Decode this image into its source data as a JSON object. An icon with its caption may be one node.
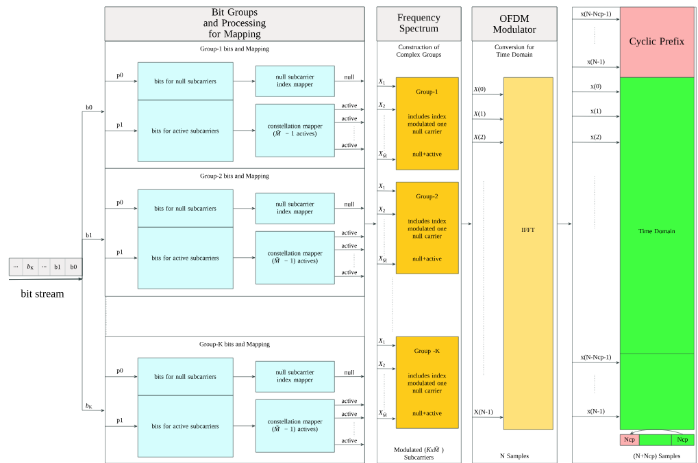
{
  "diagram": {
    "nodes": [
      {
        "text": [
          "...",
          "*b*$_{K}$",
          "...",
          "b1",
          "b0"
        ],
        "beside": [
          "bit stream"
        ]
      },
      {
        "text": [
          "Bit Groups and Processing for Mapping"
        ]
      },
      {
        "text": [
          "Group-1 bits and Mapping"
        ],
        "in": 1
      },
      {
        "text": [
          "bits for null subcarriers"
        ],
        "in": 2
      },
      {
        "text": [
          "bits for active subcarriers"
        ],
        "in": 2
      },
      {
        "text": [
          "null subcarrier index mapper"
        ],
        "in": 2
      },
      {
        "text": [
          "constellation mapper (*M̃* − 1 actives)"
        ],
        "in": 2
      },
      {
        "text": [
          "Group-2 bits and Mapping"
        ],
        "in": 1
      },
      {
        "text": [
          "bits for null subcarriers"
        ],
        "in": 7
      },
      {
        "text": [
          "bits for active subcarriers"
        ],
        "in": 7
      },
      {
        "text": [
          "null subcarrier index mapper"
        ],
        "in": 7
      },
      {
        "text": [
          "constellation mapper (*M̃* − 1) actives)"
        ],
        "in": 7
      },
      {
        "text": [
          "Group-K bits and Mapping"
        ],
        "in": 1
      },
      {
        "text": [
          "bits for null subcarriers"
        ],
        "in": 12
      },
      {
        "text": [
          "bits for active subcarriers"
        ],
        "in": 12
      },
      {
        "text": [
          "null subcarrier index mapper"
        ],
        "in": 12
      },
      {
        "text": [
          "constellation mapper (*M̃* − 1) actives)"
        ],
        "in": 12
      },
      {
        "text": [
          "Frequency Spectrum",
          "Construction of Complex Groups",
          "Modulated (*KxM̃*) Subcarriers"
        ]
      },
      {
        "text": [
          "Group-1",
          "includes index modulated one null carrier",
          "null+active"
        ],
        "in": 17
      },
      {
        "text": [
          "Group-2",
          "includes index modulated one null carrier",
          "null+active"
        ],
        "in": 17
      },
      {
        "text": [
          "Group -K",
          "includes index modulated one null carrier",
          "null+active"
        ],
        "in": 17
      },
      {
        "text": [
          "OFDM Modulator",
          "Conversion for Time Domain",
          "N Samples"
        ]
      },
      {
        "text": [
          "IFFT"
        ],
        "in": 21
      },
      {
        "text": [
          "(N+Ncp) Samples"
        ]
      },
      {
        "text": [
          "Cyclic Prefix"
        ],
        "in": 23
      },
      {
        "text": [
          "Time Domain"
        ],
        "in": 23
      },
      {
        "text": [
          "Ncp"
        ],
        "in": 23
      },
      {
        "text": [],
        "shape": "box",
        "in": 23
      },
      {
        "text": [
          "Ncp"
        ],
        "in": 23
      }
    ],
    "edges": [
      {
        "from": 0,
        "to": 2,
        "arrow": "to",
        "label": "b0"
      },
      {
        "from": 0,
        "to": 7,
        "arrow": "to",
        "label": "b1"
      },
      {
        "from": 0,
        "to": 12,
        "arrow": "to",
        "label": "*b*$_{K}$"
      },
      {
        "from": 2,
        "to": 3,
        "arrow": "to",
        "label": "p0"
      },
      {
        "from": 2,
        "to": 4,
        "arrow": "to",
        "label": "p1"
      },
      {
        "from": 3,
        "to": 5,
        "arrow": "to"
      },
      {
        "from": 4,
        "to": 6,
        "arrow": "to"
      },
      {
        "from": 5,
        "to": null,
        "arrow": "to",
        "label": "null"
      },
      {
        "from": 6,
        "to": null,
        "arrow": "to",
        "label": "active"
      },
      {
        "from": 6,
        "to": null,
        "arrow": "to",
        "label": "active"
      },
      {
        "from": 6,
        "to": null,
        "arrow": "to",
        "label": "active"
      },
      {
        "from": 7,
        "to": 8,
        "arrow": "to",
        "label": "p0"
      },
      {
        "from": 7,
        "to": 9,
        "arrow": "to",
        "label": "p1"
      },
      {
        "from": 8,
        "to": 10,
        "arrow": "to"
      },
      {
        "from": 9,
        "to": 11,
        "arrow": "to"
      },
      {
        "from": 10,
        "to": null,
        "arrow": "to",
        "label": "null"
      },
      {
        "from": 11,
        "to": null,
        "arrow": "to",
        "label": "active"
      },
      {
        "from": 11,
        "to": null,
        "arrow": "to",
        "label": "active"
      },
      {
        "from": 11,
        "to": null,
        "arrow": "to",
        "label": "active"
      },
      {
        "from": 12,
        "to": 13,
        "arrow": "to",
        "label": "p0"
      },
      {
        "from": 12,
        "to": 14,
        "arrow": "to",
        "label": "p1"
      },
      {
        "from": 13,
        "to": 15,
        "arrow": "to"
      },
      {
        "from": 14,
        "to": 16,
        "arrow": "to"
      },
      {
        "from": 15,
        "to": null,
        "arrow": "to",
        "label": "null"
      },
      {
        "from": 16,
        "to": null,
        "arrow": "to",
        "label": "active"
      },
      {
        "from": 16,
        "to": null,
        "arrow": "to",
        "label": "active"
      },
      {
        "from": 16,
        "to": null,
        "arrow": "to",
        "label": "active"
      },
      {
        "from": 1,
        "to": 17,
        "arrow": "to"
      },
      {
        "from": 17,
        "to": 21,
        "arrow": "to"
      },
      {
        "from": 21,
        "to": 23,
        "arrow": "to"
      },
      {
        "from": null,
        "to": 18,
        "arrow": "to",
        "label": "*X*$_{1}$"
      },
      {
        "from": null,
        "to": 18,
        "arrow": "to",
        "label": "*X*$_{2}$"
      },
      {
        "from": null,
        "to": 18,
        "arrow": "to",
        "label": "*X*$_{M̃}$"
      },
      {
        "from": null,
        "to": 19,
        "arrow": "to",
        "label": "*X*$_{1}$"
      },
      {
        "from": null,
        "to": 19,
        "arrow": "to",
        "label": "*X*$_{2}$"
      },
      {
        "from": null,
        "to": 19,
        "arrow": "to",
        "label": "*X*$_{M̃}$"
      },
      {
        "from": null,
        "to": 20,
        "arrow": "to",
        "label": "*X*$_{1}$"
      },
      {
        "from": null,
        "to": 20,
        "arrow": "to",
        "label": "*X*$_{2}$"
      },
      {
        "from": null,
        "to": 20,
        "arrow": "to",
        "label": "*X*$_{M̃}$"
      },
      {
        "from": null,
        "to": 22,
        "arrow": "to",
        "label": "*X*(0)"
      },
      {
        "from": null,
        "to": 22,
        "arrow": "to",
        "label": "*X*(1)"
      },
      {
        "from": null,
        "to": 22,
        "arrow": "to",
        "label": "*X*(2)"
      },
      {
        "from": null,
        "to": 22,
        "arrow": "to",
        "label": "X(N-1)"
      },
      {
        "from": null,
        "to": 24,
        "arrow": "to",
        "label": "x(N-Ncp-1)"
      },
      {
        "from": null,
        "to": 24,
        "arrow": "to",
        "label": "x(N-1)"
      },
      {
        "from": null,
        "to": 25,
        "arrow": "to",
        "label": "x(0)"
      },
      {
        "from": null,
        "to": 25,
        "arrow": "to",
        "label": "x(1)"
      },
      {
        "from": null,
        "to": 25,
        "arrow": "to",
        "label": "x(2)"
      },
      {
        "from": null,
        "to": 25,
        "arrow": "to",
        "label": "x(N-Ncp-1)"
      },
      {
        "from": null,
        "to": 25,
        "arrow": "to",
        "label": "x(N-1)"
      },
      {
        "from": 28,
        "to": 26,
        "arrow": "to"
      }
    ]
  }
}
